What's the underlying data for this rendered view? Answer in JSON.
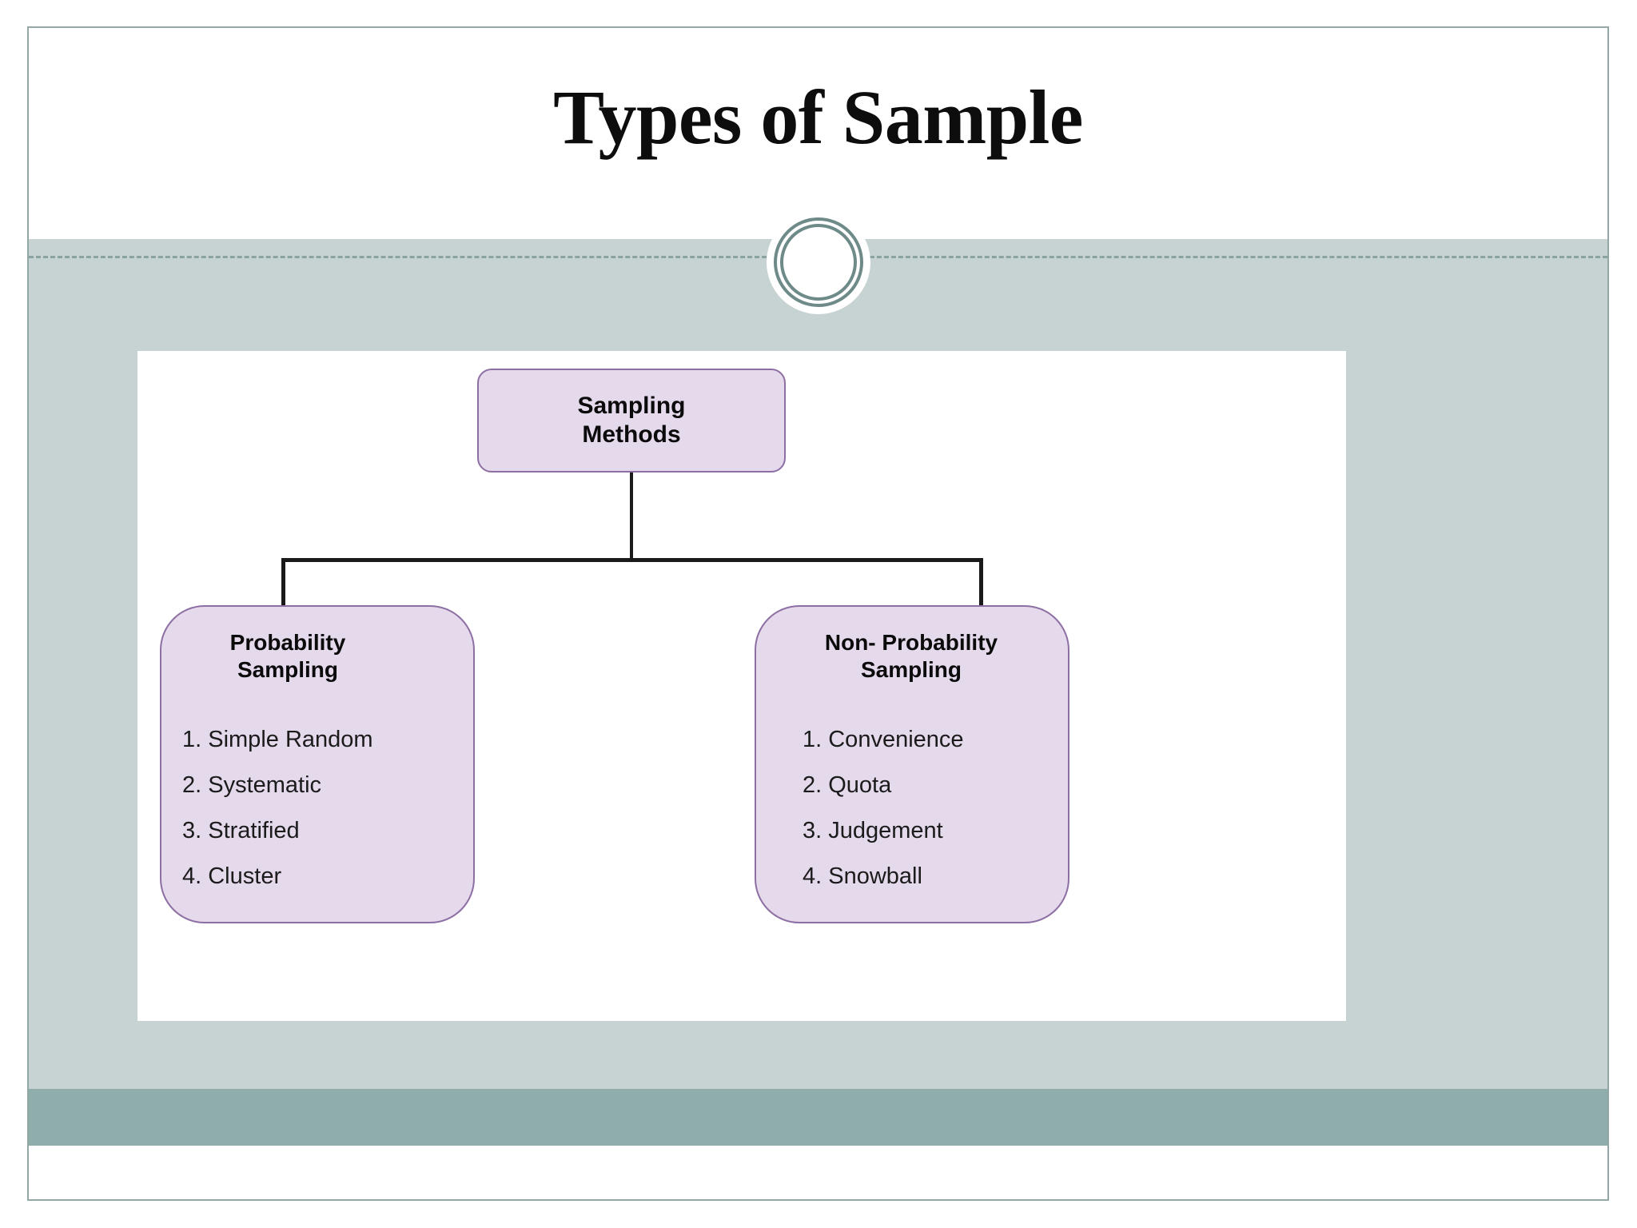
{
  "slide": {
    "title": "Types of Sample",
    "colors": {
      "body_band": "#c7d3d3",
      "footer_band": "#8fadaa",
      "slide_border": "#93a8a6",
      "ornament_ring": "#6e8b89",
      "node_fill": "#e5d9ec",
      "node_border": "#8e6fa3",
      "connector": "#1a1a1a",
      "content_panel": "#ffffff"
    }
  },
  "diagram": {
    "type": "org-chart",
    "root": {
      "title": "Sampling\nMethods",
      "title_line1": "Sampling",
      "title_line2": "Methods"
    },
    "branches": [
      {
        "title_line1": "Probability",
        "title_line2": "Sampling",
        "items": [
          "1. Simple Random",
          "2. Systematic",
          "3. Stratified",
          "4. Cluster"
        ]
      },
      {
        "title_line1": "Non- Probability",
        "title_line2": "Sampling",
        "items": [
          "1. Convenience",
          "2. Quota",
          "3. Judgement",
          "4. Snowball"
        ]
      }
    ]
  }
}
